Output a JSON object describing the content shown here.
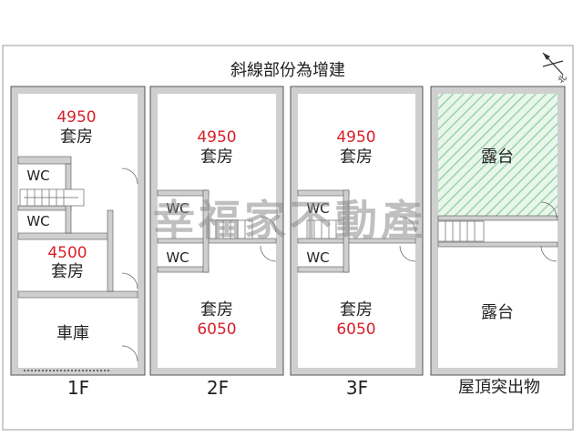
{
  "title": "斜線部份為增建",
  "watermark": "幸福家不動產",
  "compass": {
    "label": "北"
  },
  "floors": [
    {
      "label": "1F",
      "rooms": [
        {
          "number": "4950",
          "name": "套房"
        },
        {
          "number": "4500",
          "name": "套房"
        },
        {
          "name": "車庫"
        }
      ],
      "wc": [
        "WC",
        "WC"
      ]
    },
    {
      "label": "2F",
      "rooms": [
        {
          "number": "4950",
          "name": "套房"
        },
        {
          "name": "套房",
          "number": "6050"
        }
      ],
      "wc": [
        "WC",
        "WC"
      ]
    },
    {
      "label": "3F",
      "rooms": [
        {
          "number": "4950",
          "name": "套房"
        },
        {
          "name": "套房",
          "number": "6050"
        }
      ],
      "wc": [
        "WC",
        "WC"
      ]
    },
    {
      "label": "屋頂突出物",
      "rooms": [
        {
          "name": "露台"
        },
        {
          "name": "露台"
        }
      ]
    }
  ],
  "colors": {
    "wall": "#555555",
    "wall_fill": "#cfcfcf",
    "number": "#d8202a",
    "hatch": "#9bd3a8",
    "watermark": "#8a8a8a"
  }
}
